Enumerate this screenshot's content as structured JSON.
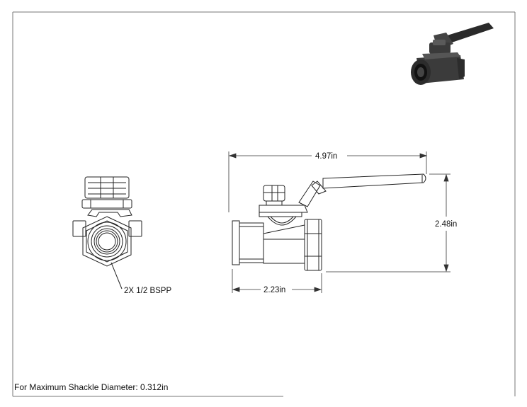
{
  "dimensions": {
    "overall_length": "4.97in",
    "body_length": "2.23in",
    "overall_height": "2.48in"
  },
  "callouts": {
    "port": "2X 1/2 BSPP"
  },
  "notes": {
    "shackle": "For Maximum Shackle Diameter: 0.312in"
  }
}
